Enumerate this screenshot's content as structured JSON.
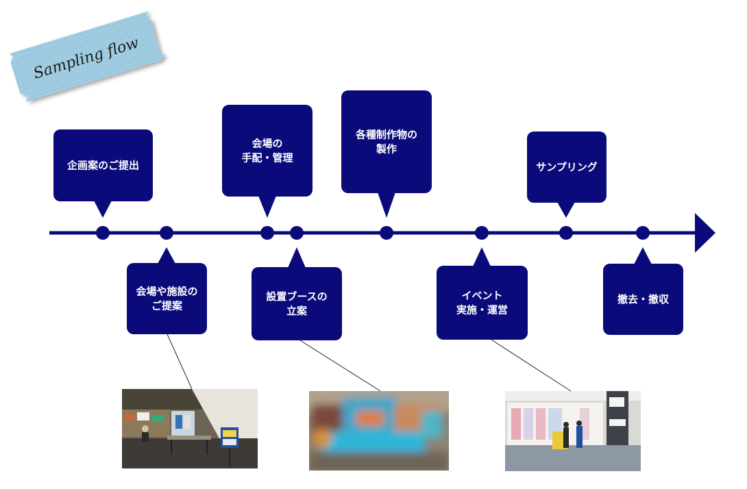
{
  "title": "Sampling flow",
  "colors": {
    "navy": "#0a0a7a",
    "tape": "#9fcbe0",
    "photo_line": "#222222"
  },
  "steps": [
    {
      "id": "s1",
      "position": "above",
      "lines": [
        "企画案のご提出"
      ]
    },
    {
      "id": "s2",
      "position": "below",
      "lines": [
        "会場や施設の",
        "ご提案"
      ]
    },
    {
      "id": "s3",
      "position": "above",
      "lines": [
        "会場の",
        "手配・管理"
      ]
    },
    {
      "id": "s4",
      "position": "below",
      "lines": [
        "設置ブースの",
        "立案"
      ]
    },
    {
      "id": "s5",
      "position": "above",
      "lines": [
        "各種制作物の",
        "製作"
      ]
    },
    {
      "id": "s6",
      "position": "below",
      "lines": [
        "イベント",
        "実施・運営"
      ]
    },
    {
      "id": "s7",
      "position": "above",
      "lines": [
        "サンプリング"
      ]
    },
    {
      "id": "s8",
      "position": "below",
      "lines": [
        "撤去・撤収"
      ]
    }
  ],
  "photos": [
    {
      "id": "p1",
      "depicts": "venue-interior",
      "linked_step": "s2"
    },
    {
      "id": "p2",
      "depicts": "booth-blurred",
      "linked_step": "s4"
    },
    {
      "id": "p3",
      "depicts": "mall-event",
      "linked_step": "s6"
    }
  ]
}
